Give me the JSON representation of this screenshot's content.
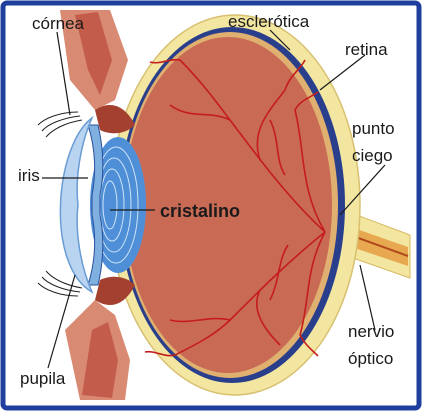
{
  "labels": {
    "cornea": "córnea",
    "esclerotica": "esclerótica",
    "retina": "retina",
    "punto_ciego_1": "punto",
    "punto_ciego_2": "ciego",
    "iris": "iris",
    "cristalino": "cristalino",
    "nervio_optico_1": "nervio",
    "nervio_optico_2": "óptico",
    "pupila": "pupila"
  },
  "colors": {
    "frame": "#1f3f9e",
    "background": "#ffffff",
    "sclera": "#f3e6a0",
    "choroid": "#2a3f8c",
    "vitreous": "#c96a55",
    "vessels": "#c51c1c",
    "lens": "#4e8fd8",
    "cornea": "#b8d4f0",
    "muscle": "#d77f6b",
    "nerve": "#e8a850"
  }
}
